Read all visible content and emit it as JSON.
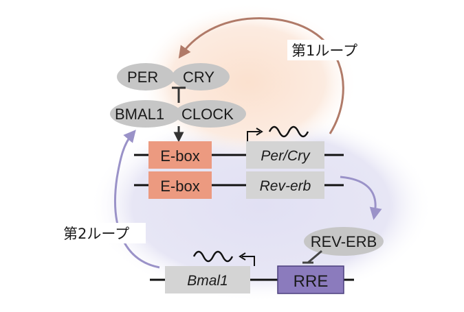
{
  "loops": {
    "first": "第1ループ",
    "second": "第2ループ"
  },
  "proteins": {
    "per": "PER",
    "cry": "CRY",
    "bmal1": "BMAL1",
    "clock": "CLOCK",
    "rev_erb": "REV-ERB"
  },
  "elements": {
    "ebox_top": "E-box",
    "ebox_bottom": "E-box",
    "rre": "RRE"
  },
  "genes": {
    "per_cry": "Per/Cry",
    "rev_erb": "Rev-erb",
    "bmal1": "Bmal1"
  },
  "colors": {
    "ebox": "#ec9a80",
    "rre": "#8b7bbd",
    "gene_box": "#d4d4d4",
    "protein_ellipse": "#c6c6c6",
    "loop1_arrow": "#b07a68",
    "loop2_arrow": "#9a92c8",
    "loop1_glow": "#fbe4d5",
    "loop2_glow": "#e3e2f4"
  }
}
